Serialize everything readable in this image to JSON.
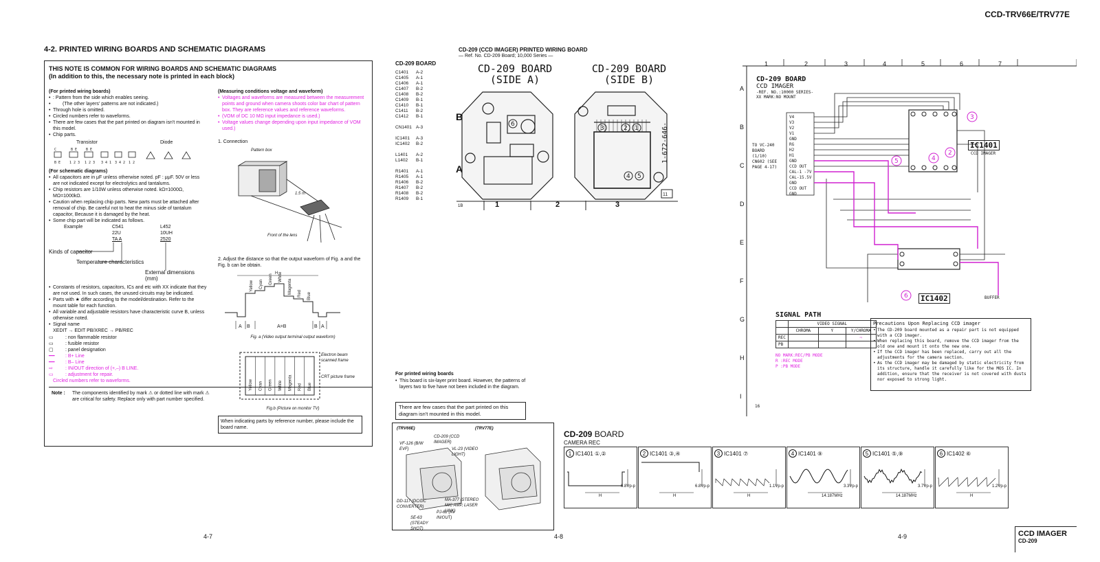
{
  "header": {
    "model": "CCD-TRV66E/TRV77E"
  },
  "section": {
    "title": "4-2.  PRINTED WIRING BOARDS AND SCHEMATIC DIAGRAMS"
  },
  "note_box": {
    "heading1": "THIS NOTE IS COMMON FOR WIRING BOARDS AND SCHEMATIC DIAGRAMS",
    "heading2": "(In addition to this, the necessary note is printed in each block)",
    "pwb_title": "(For printed wiring boards)",
    "pwb_items": [
      ": Pattern from the side which enables seeing.",
      "(The other layers' patterns are not indicated.)",
      "Through hole is omitted.",
      "Circled numbers refer to waveforms.",
      "There are few cases that the part printed on diagram isn't mounted in this model.",
      "Chip parts."
    ],
    "transistor_label": "Transistor",
    "diode_label": "Diode",
    "sch_title": "(For schematic diagrams)",
    "sch_items": [
      "All capacitors are in μF unless otherwise noted. pF : μμF. 50V or less are not indicated except for electrolytics and tantalums.",
      "Chip resistors are 1/10W unless otherwise noted. kΩ=1000Ω, MΩ=1000kΩ.",
      "Caution when replacing chip parts. New parts must be attached after removal of chip. Be careful not to heat the minus side of tantalum capacitor, Because it is damaged by the heat.",
      "Some chip part will be indicated as follows."
    ],
    "example_label": "Example",
    "example_c1": "C541",
    "example_c2": "22U",
    "example_c3": "TA  A",
    "example_l1": "L452",
    "example_l2": "10UH",
    "example_l3": "2520",
    "kinds_label": "Kinds of capacitor",
    "temp_label": "Temperature characteristics",
    "dim_label": "External dimensions (mm)",
    "more_items": [
      "Constants of resistors, capacitors, ICs and etc with XX indicate that they are not used. In such cases, the unused circuits may be indicated.",
      "Parts with ★ differ according to the model/destination. Refer to the mount table for each function.",
      "All variable and adjustable resistors have characteristic curve B, unless otherwise noted.",
      "Signal name"
    ],
    "signal_name": "XEDIT → EDIT    PB/XREC → PB/REC",
    "legend": [
      ": non flammable resistor",
      ": fusible resistor",
      ": panel designation",
      ": B+ Line",
      ": B– Line",
      ": IN/OUT direction of (+,–) B LINE.",
      ": adjustment for repair.",
      "Circled numbers refer to waveforms."
    ],
    "note_label": "Note :",
    "note_text": "The components identified by mark ⚠ or dotted line with mark ⚠ are critical for safety. Replace only with part number specified."
  },
  "measure": {
    "title": "(Measuring conditions voltage and waveform)",
    "items": [
      "Voltages and waveforms are measured between the measurement points and ground when camera shoots color bar chart of pattern box. They are reference values and reference waveforms.",
      "(VOM of DC 10 MΩ input impedance is used.)",
      "Voltage values change depending upon input impedance of VOM used.)"
    ],
    "step1": "1.  Connection",
    "pattern_box": "Pattern box",
    "distance": "1.5 m",
    "front_lens": "Front of the lens",
    "step2": "2.  Adjust the distance so that the output waveform of Fig. a and the Fig. b can be obtain.",
    "colors": [
      "Yellow",
      "Cyan",
      "Green",
      "White",
      "Magenta",
      "Red",
      "Blue"
    ],
    "h_label": "H",
    "ab_a": "A",
    "ab_b": "B",
    "ab_eq": "A=B",
    "fig_a": "Fig. a (Video output terminal output waveform)",
    "electron": "Electron beam scanned frame",
    "crt": "CRT picture frame",
    "fig_b": "Fig.b (Picture on monitor TV)",
    "bottom_note": "When indicating parts by reference number, please include the board name."
  },
  "pwb": {
    "title": "CD-209 (CCD IMAGER) PRINTED WIRING BOARD",
    "subtitle": "— Ref. No. CD-209 Board; 10,000 Series —",
    "list_title": "CD-209 BOARD",
    "list": [
      [
        "C1401",
        "A-2"
      ],
      [
        "C1405",
        "A-1"
      ],
      [
        "C1406",
        "A-1"
      ],
      [
        "C1407",
        "B-2"
      ],
      [
        "C1408",
        "B-2"
      ],
      [
        "C1409",
        "B-1"
      ],
      [
        "C1410",
        "B-1"
      ],
      [
        "C1411",
        "B-2"
      ],
      [
        "C1412",
        "B-1"
      ],
      [
        "",
        ""
      ],
      [
        "CN1401",
        "A-3"
      ],
      [
        "",
        ""
      ],
      [
        "IC1401",
        "A-3"
      ],
      [
        "IC1402",
        "B-2"
      ],
      [
        "",
        ""
      ],
      [
        "L1401",
        "A-2"
      ],
      [
        "L1402",
        "B-1"
      ],
      [
        "",
        ""
      ],
      [
        "R1401",
        "A-1"
      ],
      [
        "R1405",
        "A-1"
      ],
      [
        "R1406",
        "B-2"
      ],
      [
        "R1407",
        "B-2"
      ],
      [
        "R1408",
        "B-2"
      ],
      [
        "R1409",
        "B-1"
      ]
    ],
    "side_a": "CD-209 BOARD\n(SIDE A)",
    "side_a1": "CD-209 BOARD",
    "side_a2": "(SIDE A)",
    "side_b1": "CD-209 BOARD",
    "side_b2": "(SIDE B)",
    "row_b": "B",
    "row_a": "A",
    "cols": [
      "1",
      "2",
      "3"
    ],
    "corner": "1B",
    "board_code": "1-672-646-",
    "bottom_title": "For printed wiring boards",
    "bottom_items": [
      "This board is six-layer print board. However, the patterns of layers two to five have not been included in the diagram."
    ],
    "bottom_box": "There are few cases that the part printed on this diagram isn't mounted in this model.",
    "loc_trv66": "(TRV66E)",
    "loc_trv77": "(TRV77E)",
    "loc_labels": [
      "CD-209 (CCD IMAGER)",
      "VF-126 (B/W EVF)",
      "VL-23 (VIDEO LIGHT)",
      "DD-117 (DC/DC CONVERTER)",
      "MA-377 (STEREO MIC AMP, LASER LINK)",
      "PJ-62 (AV IN/OUT)",
      "SE-63 (STEADY SHOT)"
    ]
  },
  "schematic": {
    "cols": [
      "1",
      "2",
      "3",
      "4",
      "5",
      "6",
      "7"
    ],
    "rows": [
      "A",
      "B",
      "C",
      "D",
      "E",
      "F",
      "G",
      "H",
      "I"
    ],
    "title1": "CD-209 BOARD",
    "title2": "CCD IMAGER",
    "title3": "-REF. NO.:10000 SERIES-",
    "title4": "XX MARK:NO MOUNT",
    "ic1401": "IC1401",
    "ic1401_sub": "CCD IMAGER",
    "ic1402": "IC1402",
    "ic1402_sub": "BUFFER",
    "see_page": "TO VC-240 BOARD (1/10) CN602 (SEE PAGE 4-17)",
    "pins": [
      "V4",
      "V3",
      "V2",
      "V1",
      "GND",
      "RG",
      "H2",
      "H1",
      "GND",
      "CCD OUT",
      "CAL-1 -7V",
      "CAL-15.5V",
      "GND",
      "CCD OUT",
      "GND"
    ],
    "signal_path": "SIGNAL PATH",
    "video_signal": "VIDEO SIGNAL",
    "chroma": "CHROMA",
    "y": "Y",
    "ychroma": "Y/CHROMA",
    "rec": "REC",
    "pb": "PB",
    "no_mark": "NO MARK:REC/PB MODE",
    "r_mode": "R  :REC MODE",
    "p_mode": "P  :PB MODE",
    "precaution_title": "Precautions Upon Replacing CCD imager",
    "precautions": [
      "The CD-209 board mounted as a repair part is not equipped with a CCD imager.",
      "When replacing this board, remove the CCD imager from the old one and mount it onto the new one.",
      "If the CCD imager has been replaced, carry out all the adjustments for the camera section.",
      "As the CCD imager may be damaged by static electricity from its structure, handle it carefully like for the MOS IC. In addition, ensure that the receiver is not covered with dusts nor exposed to strong light."
    ],
    "corner": "16"
  },
  "waveforms": {
    "title": "CD-209",
    "title_suffix": " BOARD",
    "subtitle": "CAMERA REC",
    "panels": [
      {
        "num": "1",
        "label": "IC1401 ①,②",
        "value": "6.8Vp-p",
        "h": "H"
      },
      {
        "num": "2",
        "label": "IC1401 ③,④",
        "value": "6.8Vp-p",
        "h": "H"
      },
      {
        "num": "3",
        "label": "IC1401 ⑦",
        "value": "1.1Vp-p",
        "h": "H"
      },
      {
        "num": "4",
        "label": "IC1401 ⑨",
        "value": "3.3Vp-p",
        "h": "14.187MHz"
      },
      {
        "num": "5",
        "label": "IC1401 ⑤,⑨",
        "value": "3.7Vp-p",
        "h": "14.187MHz"
      },
      {
        "num": "6",
        "label": "IC1402 ⑥",
        "value": "1.2Vp-p",
        "h": "H"
      }
    ]
  },
  "pages": {
    "p1": "4-7",
    "p2": "4-8",
    "p3": "4-9"
  },
  "footer": {
    "label1": "CCD IMAGER",
    "label2": "CD-209"
  }
}
